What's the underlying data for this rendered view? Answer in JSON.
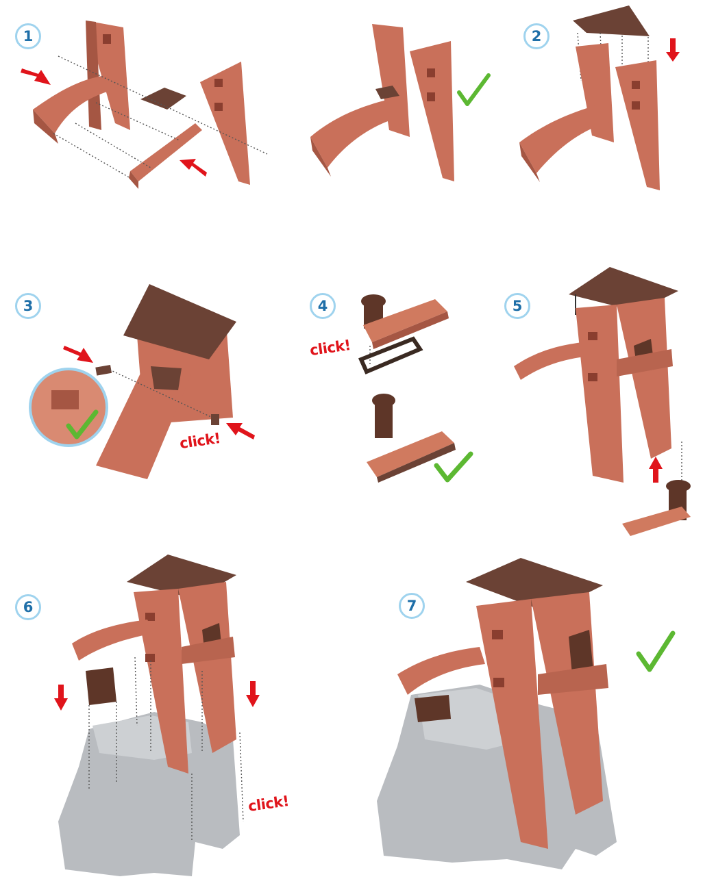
{
  "steps": [
    {
      "number": "1"
    },
    {
      "number": "2"
    },
    {
      "number": "3"
    },
    {
      "number": "4"
    },
    {
      "number": "5"
    },
    {
      "number": "6"
    },
    {
      "number": "7"
    }
  ],
  "labels": {
    "click": "click!"
  },
  "colors": {
    "wood": "#c9705a",
    "wood_dark": "#a55643",
    "roof": "#6b4235",
    "rock": "#b9bcc0",
    "arrow": "#e0141b",
    "check": "#5cb832",
    "badge_border": "#9fd3ee",
    "badge_text": "#1f6fa8"
  },
  "icons": [
    "red-arrow-icon",
    "green-checkmark-icon",
    "dotted-guide-line"
  ]
}
